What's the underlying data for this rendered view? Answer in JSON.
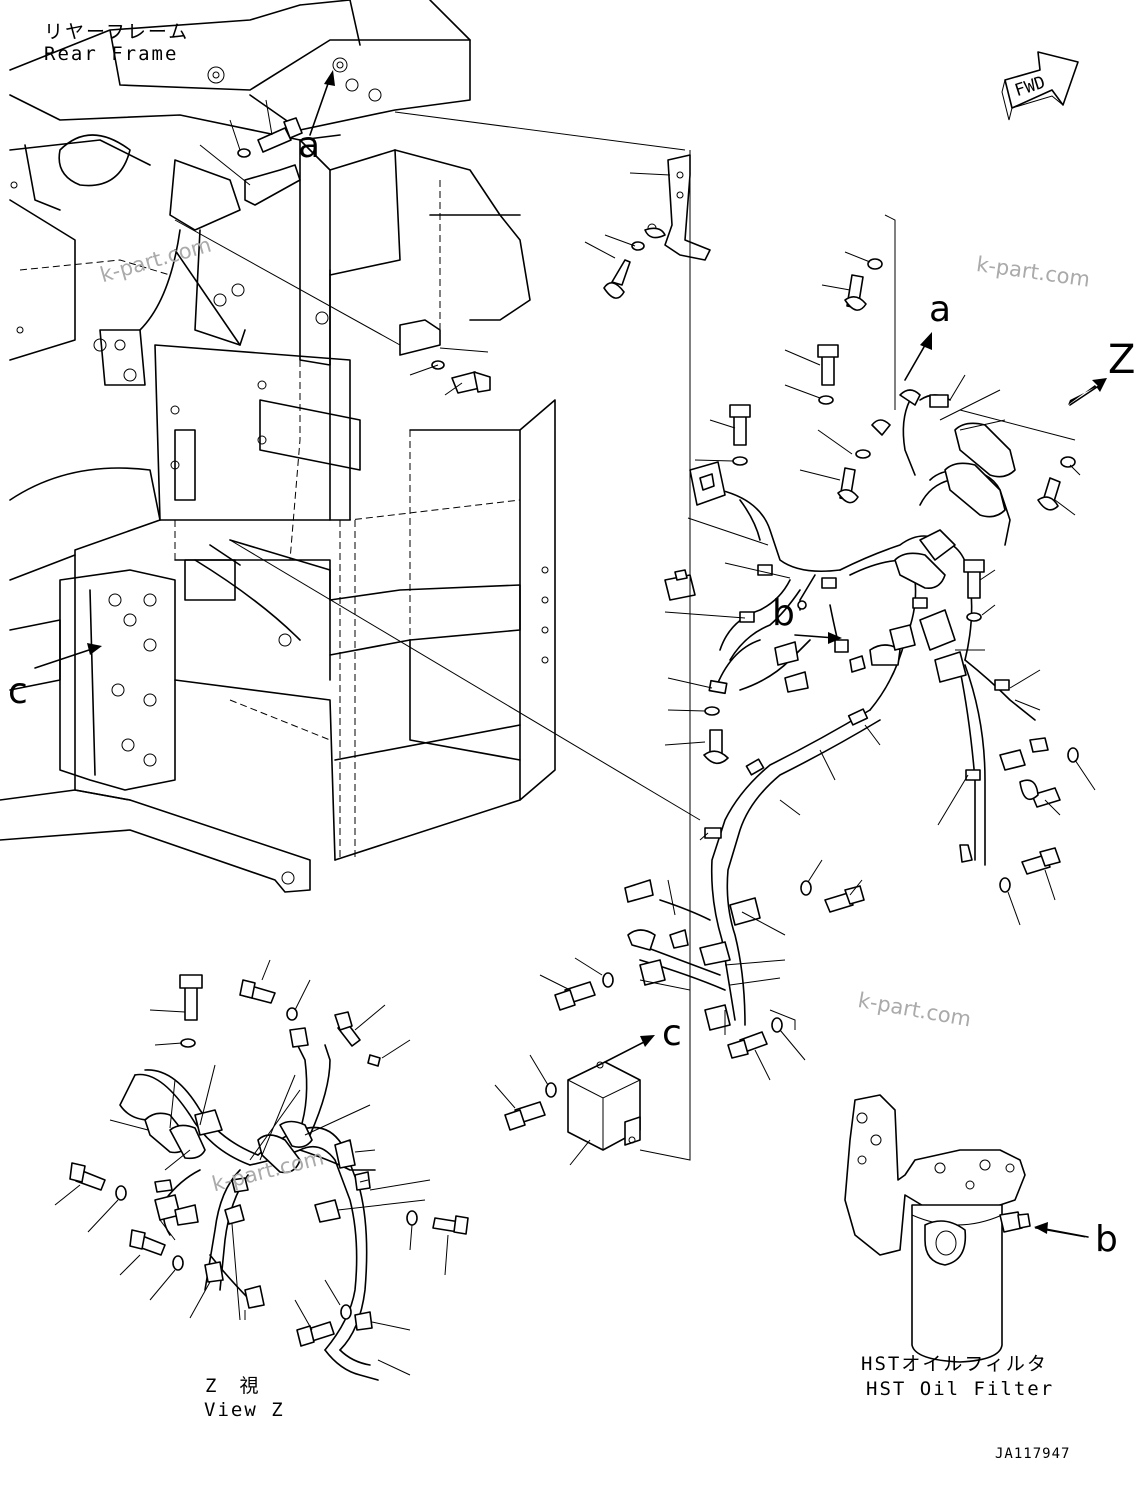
{
  "labels": {
    "rear_frame_jp": "リヤーフレーム",
    "rear_frame_en": "Rear Frame",
    "hst_filter_jp": "HSTオイルフィルタ",
    "hst_filter_en": "HST Oil Filter",
    "view_z_jp": "Z　視",
    "view_z_en": "View Z",
    "fwd": "FWD",
    "drawing_code": "JA117947"
  },
  "reference_marks": {
    "a": "a",
    "b": "b",
    "c": "c",
    "z": "Z"
  },
  "watermark": "k-part.com"
}
